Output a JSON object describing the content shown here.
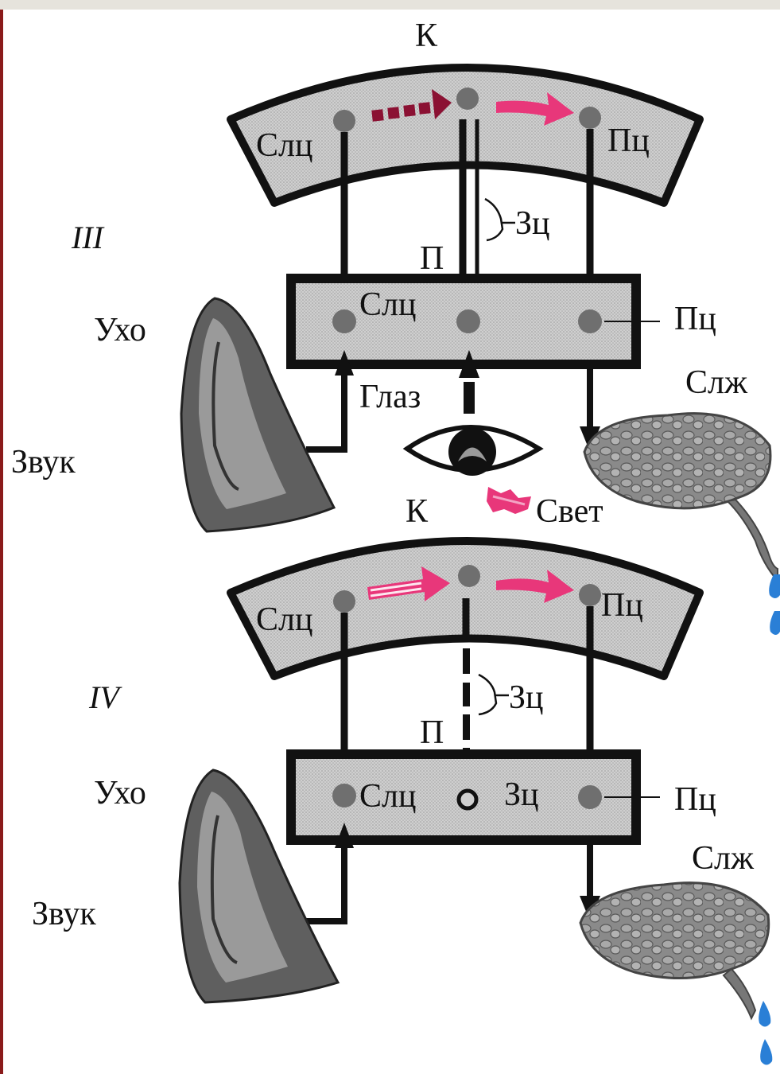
{
  "colors": {
    "cortex_fill": "#d0d0d0",
    "box_fill": "#cfcfcf",
    "outline": "#111111",
    "arrow_pink": "#e8377a",
    "arrow_dark": "#8b1133",
    "drop_blue": "#2a7fd6",
    "node": "#6f6f6f"
  },
  "panel3": {
    "roman": "III",
    "cortex_k": "К",
    "cortex_left": "Слц",
    "cortex_right": "Пц",
    "zc": "Зц",
    "p": "П",
    "box_left": "Слц",
    "box_right": "Пц",
    "ear": "Ухо",
    "sound": "Звук",
    "eye": "Глаз",
    "gland": "Слж"
  },
  "middle": {
    "k": "К",
    "light": "Свет"
  },
  "panel4": {
    "roman": "IV",
    "cortex_left": "Слц",
    "cortex_right": "Пц",
    "zc": "Зц",
    "p": "П",
    "box_left": "Слц",
    "box_mid": "Зц",
    "box_right": "Пц",
    "ear": "Ухо",
    "sound": "Звук",
    "gland": "Слж"
  },
  "icons": [
    "ear-icon",
    "eye-icon",
    "salivary-gland-icon",
    "saliva-drop-icon",
    "light-flash-icon"
  ]
}
